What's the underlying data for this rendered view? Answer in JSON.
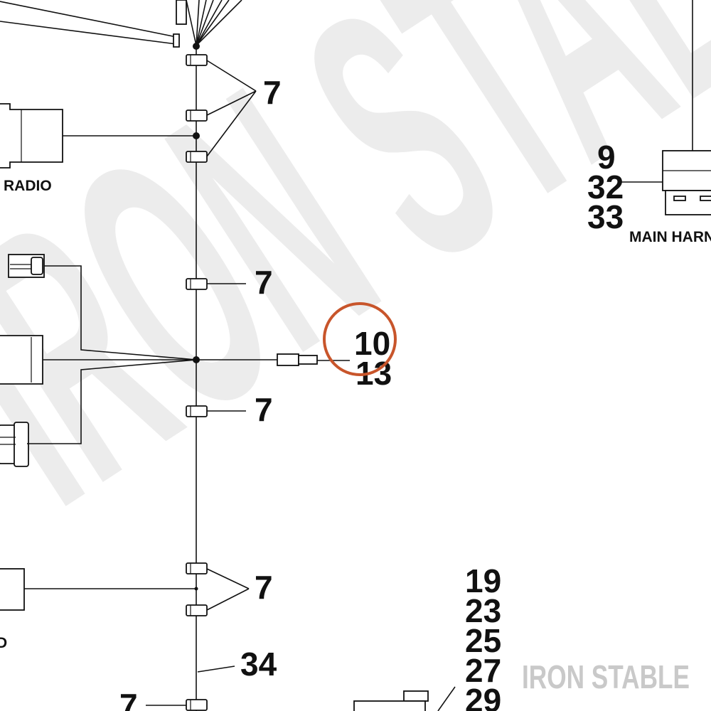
{
  "watermark": {
    "text": "IRON STABLE"
  },
  "brand_mark": {
    "text": "IRON STABLE"
  },
  "labels": {
    "radio": "RADIO",
    "main_harness": "MAIN HARNE",
    "lower_left_fragment": "D"
  },
  "callouts": {
    "c7_a": "7",
    "c7_b": "7",
    "c7_c": "7",
    "c7_d": "7",
    "c7_e": "7",
    "c10": "10",
    "c13": "13",
    "c34": "34",
    "c9": "9",
    "c32": "32",
    "c33": "33",
    "c19": "19",
    "c23": "23",
    "c25": "25",
    "c27": "27",
    "c29": "29"
  },
  "highlight": {
    "color": "#c8552b",
    "target": "10"
  }
}
